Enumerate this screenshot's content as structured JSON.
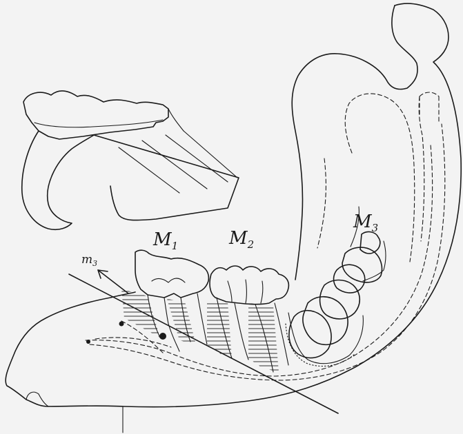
{
  "labels": {
    "m1": {
      "main": "M",
      "sub": "1"
    },
    "m2": {
      "main": "M",
      "sub": "2"
    },
    "m3": {
      "main": "M",
      "sub": "3"
    },
    "arrow": {
      "main": "m",
      "sub": "3"
    }
  }
}
